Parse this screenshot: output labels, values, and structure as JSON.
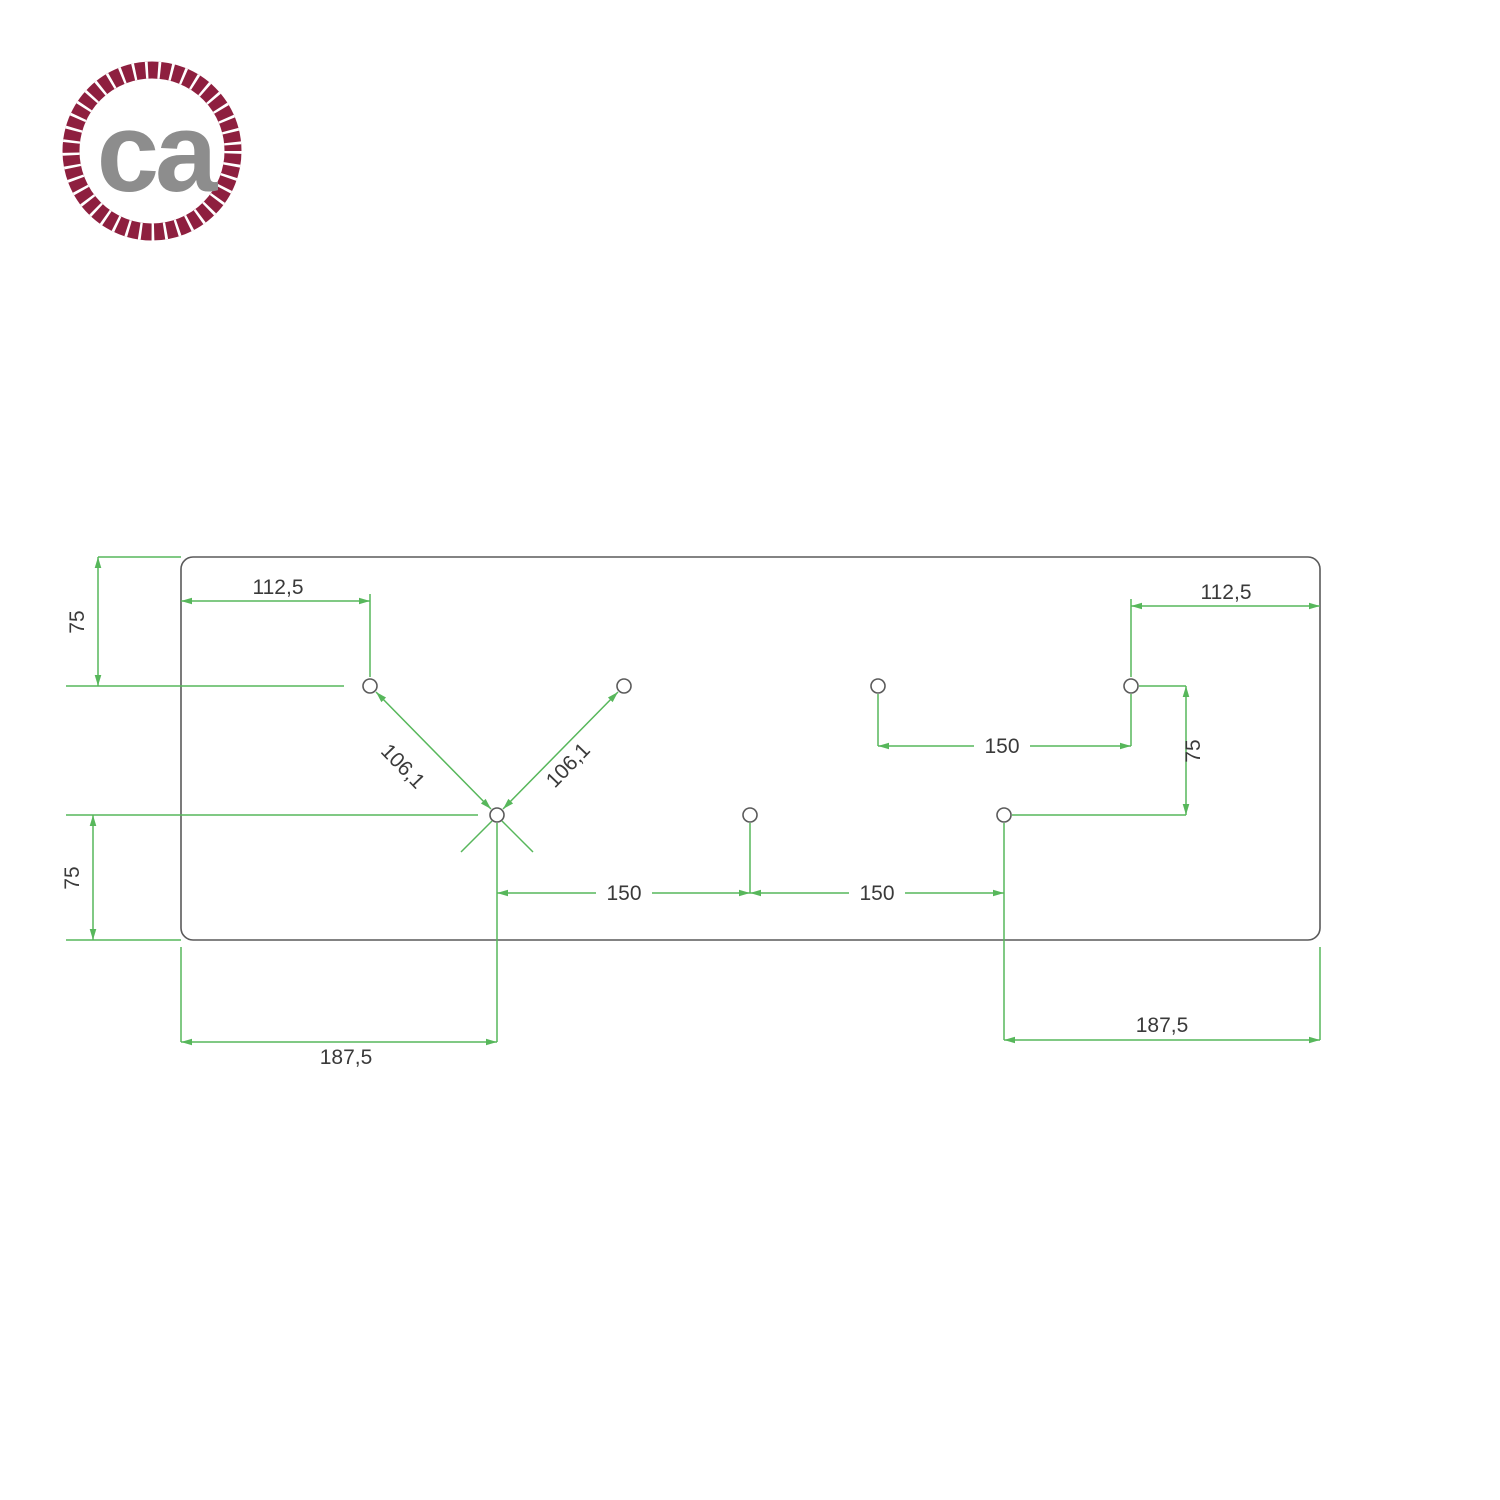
{
  "brand": {
    "logo_text": "ca",
    "logo_ring_icon": "twisted-rope-circle",
    "logo_ring_color": "#8e1f3f",
    "logo_text_color": "#8d8d8d"
  },
  "drawing": {
    "type": "mounting-plate-dimension-diagram",
    "dimension_line_color": "#57b75b",
    "outline_color": "#5a5a5a",
    "hole_count": 7,
    "dimensions": {
      "top_left_edge_to_top_row": "75",
      "top_left_edge_to_hole1": "112,5",
      "diagonal_hole1_to_hole5": "106,1",
      "diagonal_hole2_to_hole5": "106,1",
      "top_right_edge_to_hole4": "112,5",
      "right_row_spacing": "75",
      "top_row_hole3_to_hole4": "150",
      "bottom_row_to_bottom_edge": "75",
      "bottom_hole5_to_hole6": "150",
      "bottom_hole6_to_hole7": "150",
      "bottom_left_edge_to_hole5": "187,5",
      "bottom_right_edge_to_hole7": "187,5"
    }
  }
}
